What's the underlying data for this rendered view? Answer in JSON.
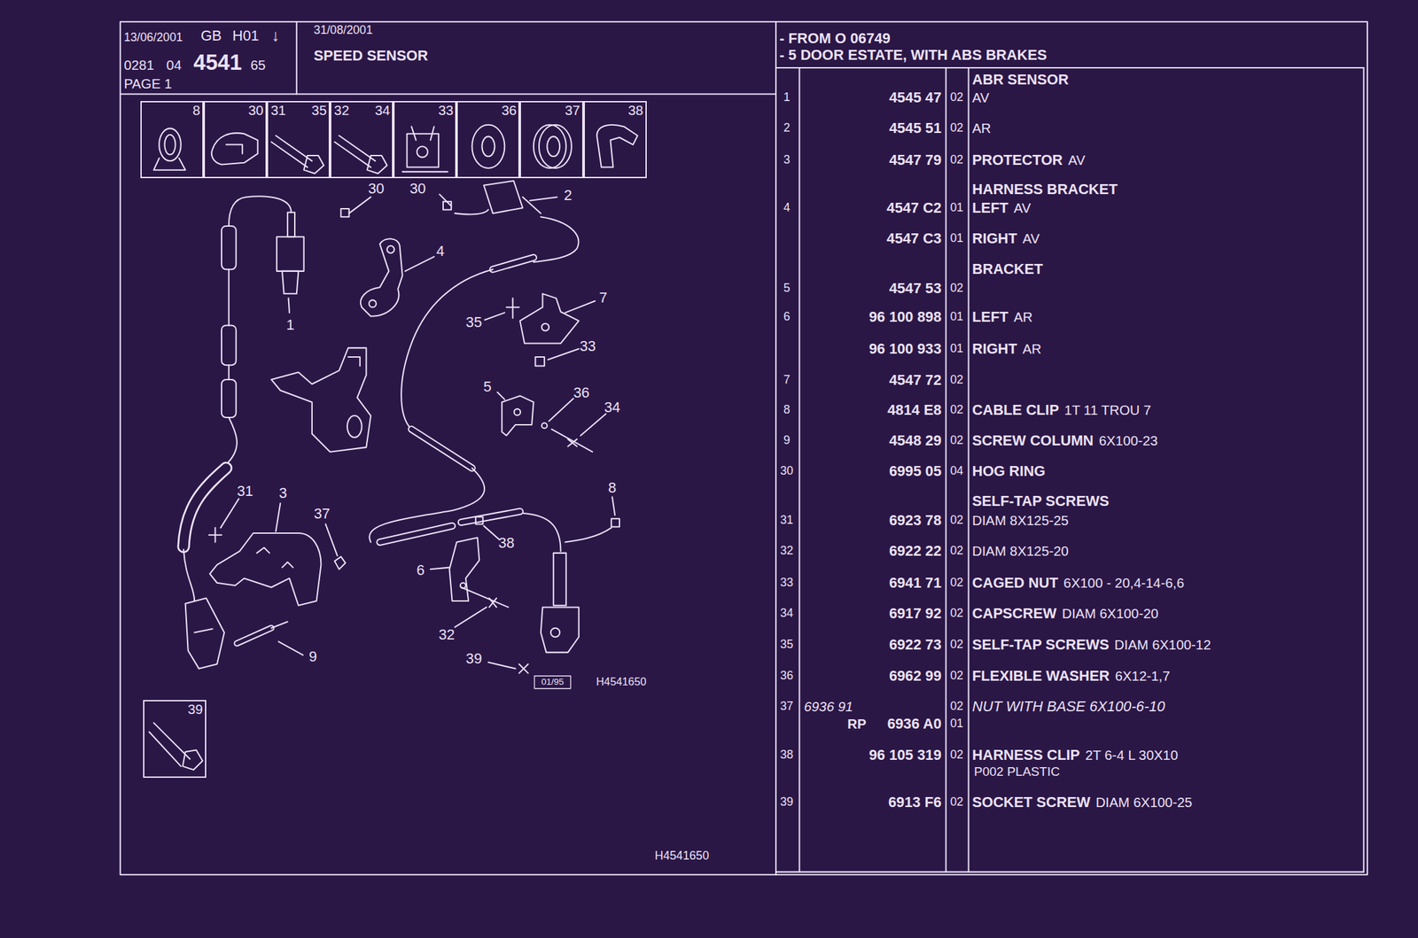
{
  "diagram": {
    "title": "SPEED SENSOR",
    "nodes": [
      {
        "text": [
          "8"
        ]
      },
      {
        "text": [
          "30"
        ]
      },
      {
        "text": [
          "31",
          "35"
        ]
      },
      {
        "text": [
          "32",
          "34"
        ]
      },
      {
        "text": [
          "33"
        ]
      },
      {
        "text": [
          "36"
        ]
      },
      {
        "text": [
          "37"
        ]
      },
      {
        "text": [
          "38"
        ]
      },
      {
        "text": [
          "39"
        ]
      }
    ],
    "labels": [
      "13/06/2001",
      "GB",
      "H01",
      "↓",
      "0281",
      "04",
      "4541",
      "65",
      "PAGE 1",
      "31/08/2001",
      "- FROM O 06749",
      "- 5 DOOR ESTATE, WITH ABS BRAKES",
      "ABR SENSOR",
      "1",
      "4545 47",
      "02",
      "AV",
      "2",
      "4545 51",
      "02",
      "AR",
      "3",
      "4547 79",
      "02",
      "PROTECTOR",
      "AV",
      "HARNESS BRACKET",
      "4",
      "4547 C2",
      "01",
      "LEFT",
      "AV",
      "4547 C3",
      "01",
      "RIGHT",
      "AV",
      "BRACKET",
      "5",
      "4547 53",
      "02",
      "6",
      "96 100 898",
      "01",
      "LEFT",
      "AR",
      "96 100 933",
      "01",
      "RIGHT",
      "AR",
      "7",
      "4547 72",
      "02",
      "8",
      "4814 E8",
      "02",
      "CABLE CLIP",
      "1T 11 TROU 7",
      "9",
      "4548 29",
      "02",
      "SCREW COLUMN",
      "6X100-23",
      "30",
      "6995 05",
      "04",
      "HOG RING",
      "SELF-TAP SCREWS",
      "31",
      "6923 78",
      "02",
      "DIAM 8X125-25",
      "32",
      "6922 22",
      "02",
      "DIAM 8X125-20",
      "33",
      "6941 71",
      "02",
      "CAGED NUT",
      "6X100 - 20,4-14-6,6",
      "34",
      "6917 92",
      "02",
      "CAPSCREW",
      "DIAM 6X100-20",
      "35",
      "6922 73",
      "02",
      "SELF-TAP SCREWS",
      "DIAM 6X100-12",
      "36",
      "6962 99",
      "02",
      "FLEXIBLE WASHER",
      "6X12-1,7",
      "37",
      "6936 91",
      "02",
      "NUT WITH BASE 6X100-6-10",
      "RP",
      "6936 A0",
      "01",
      "38",
      "96 105 319",
      "02",
      "HARNESS CLIP",
      "2T 6-4 L 30X10",
      "P002 PLASTIC",
      "39",
      "6913 F6",
      "02",
      "SOCKET SCREW",
      "DIAM 6X100-25",
      "30",
      "30",
      "2",
      "4",
      "1",
      "7",
      "35",
      "33",
      "5",
      "36",
      "34",
      "8",
      "31",
      "3",
      "37",
      "38",
      "6",
      "9",
      "32",
      "39",
      "01/95",
      "H4541650",
      "H4541650"
    ]
  }
}
